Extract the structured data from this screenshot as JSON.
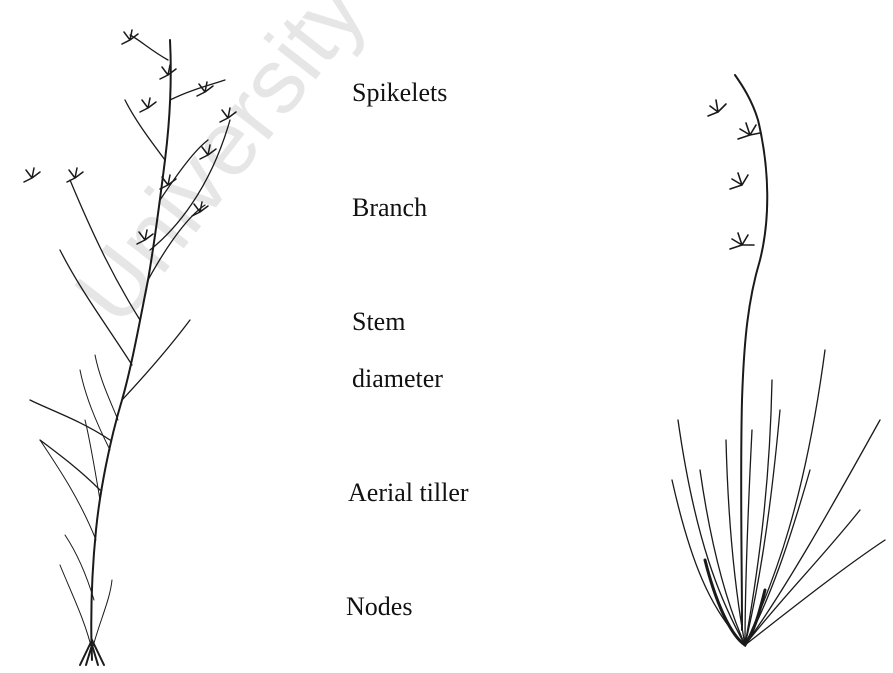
{
  "labels": {
    "spikelets": "Spikelets",
    "branch": "Branch",
    "stem": "Stem",
    "diameter": "diameter",
    "aerial_tiller": "Aerial tiller",
    "nodes": "Nodes"
  },
  "watermark": "University of",
  "colors": {
    "ink": "#111111",
    "watermark": "#e6e6e6",
    "background": "#ffffff"
  }
}
